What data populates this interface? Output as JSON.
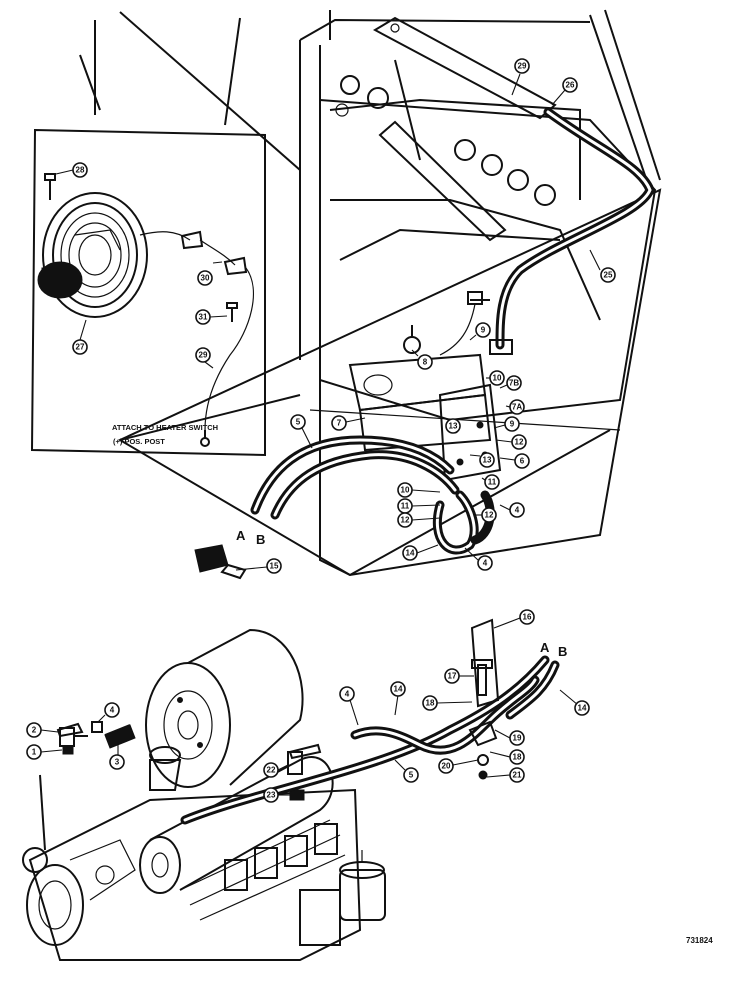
{
  "inset": {
    "note_line1": "ATTACH TO HEATER SWITCH",
    "note_line2": "(+) POS. POST"
  },
  "hose_ends_upper": [
    "A",
    "B"
  ],
  "hose_ends_lower": [
    "A",
    "B"
  ],
  "drawing_number": "731824",
  "callouts": [
    "28",
    "29",
    "25",
    "26",
    "30",
    "31",
    "27",
    "29",
    "5",
    "7",
    "8",
    "9",
    "10",
    "7B",
    "7A",
    "13",
    "9",
    "12",
    "6",
    "11",
    "13",
    "10",
    "11",
    "12",
    "4",
    "12",
    "14",
    "4",
    "15",
    "16",
    "17",
    "18",
    "19",
    "18",
    "20",
    "21",
    "4",
    "14",
    "5",
    "14",
    "22",
    "23",
    "2",
    "1",
    "4",
    "3"
  ]
}
